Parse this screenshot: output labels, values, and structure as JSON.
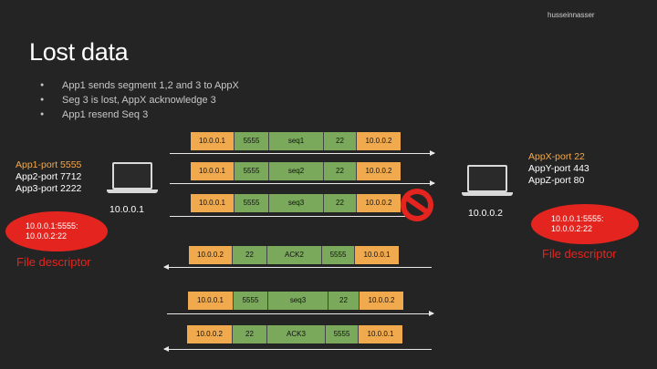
{
  "watermark": "husseinnasser",
  "title": "Lost data",
  "bullets": [
    "App1 sends segment 1,2 and 3 to AppX",
    "Seg 3 is lost, AppX acknowledge 3",
    "App1 resend Seq 3"
  ],
  "left_host": {
    "apps": [
      "App1-port 5555",
      "App2-port 7712",
      "App3-port 2222"
    ],
    "ip": "10.0.0.1",
    "fd_lines": [
      "10.0.0.1:5555:",
      "10.0.0.2:22"
    ],
    "fd_label": "File descriptor"
  },
  "right_host": {
    "apps": [
      "AppX-port 22",
      "AppY-port 443",
      "AppZ-port 80"
    ],
    "ip": "10.0.0.2",
    "fd_lines": [
      "10.0.0.1:5555:",
      "10.0.0.2:22"
    ],
    "fd_label": "File descriptor"
  },
  "packets": [
    {
      "cells": [
        "10.0.0.1",
        "5555",
        "seq1",
        "22",
        "10.0.0.2"
      ],
      "direction": "right"
    },
    {
      "cells": [
        "10.0.0.1",
        "5555",
        "seq2",
        "22",
        "10.0.0.2"
      ],
      "direction": "right"
    },
    {
      "cells": [
        "10.0.0.1",
        "5555",
        "seq3",
        "22",
        "10.0.0.2"
      ],
      "direction": "right",
      "lost": true
    },
    {
      "cells": [
        "10.0.0.2",
        "22",
        "ACK2",
        "5555",
        "10.0.0.1"
      ],
      "direction": "left"
    },
    {
      "cells": [
        "10.0.0.1",
        "5555",
        "seq3",
        "22",
        "10.0.0.2"
      ],
      "direction": "right"
    },
    {
      "cells": [
        "10.0.0.2",
        "22",
        "ACK3",
        "5555",
        "10.0.0.1"
      ],
      "direction": "left"
    }
  ],
  "colors": {
    "ip_cell": "#f0a94c",
    "port_cell": "#7aa95c",
    "lost_marker": "#e4251f"
  }
}
